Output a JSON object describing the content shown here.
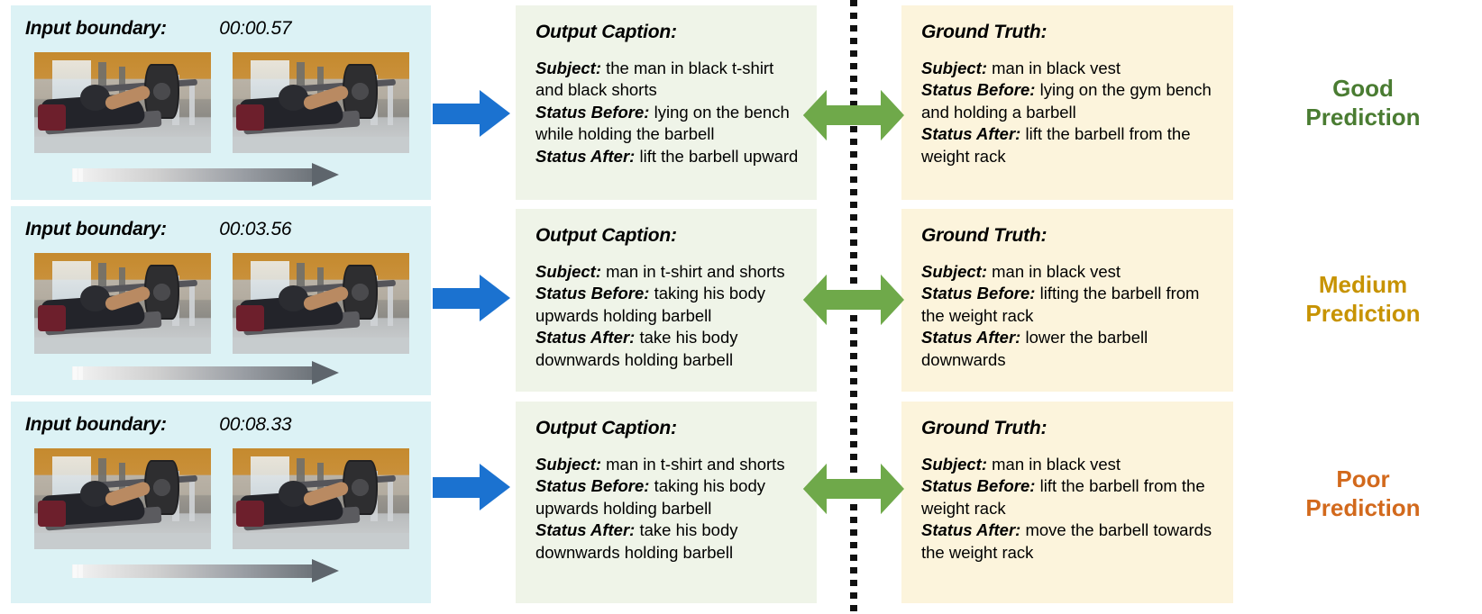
{
  "rows": [
    {
      "input": {
        "label": "Input boundary:",
        "timestamp": "00:00.57",
        "timeline_icon": "gradient-arrow-right-icon"
      },
      "flow_icon": "blue-arrow-right-icon",
      "compare_icon": "green-double-arrow-icon",
      "output": {
        "title": "Output Caption:",
        "subject_key": "Subject:",
        "subject_value": "the man in black t-shirt and black shorts",
        "before_key": "Status Before:",
        "before_value": "lying on the bench while holding the barbell",
        "after_key": "Status After:",
        "after_value": "lift the barbell upward"
      },
      "truth": {
        "title": "Ground Truth:",
        "subject_key": "Subject:",
        "subject_value": "man in black vest",
        "before_key": "Status Before:",
        "before_value": "lying on the gym bench and holding a barbell",
        "after_key": "Status After:",
        "after_value": "lift the barbell from the weight rack"
      },
      "verdict": {
        "line1": "Good",
        "line2": "Prediction",
        "color": "#4a7c32"
      }
    },
    {
      "input": {
        "label": "Input boundary:",
        "timestamp": "00:03.56",
        "timeline_icon": "gradient-arrow-right-icon"
      },
      "flow_icon": "blue-arrow-right-icon",
      "compare_icon": "green-double-arrow-icon",
      "output": {
        "title": "Output Caption:",
        "subject_key": "Subject:",
        "subject_value": "man in t-shirt and shorts",
        "before_key": "Status Before:",
        "before_value": "taking his body upwards holding barbell",
        "after_key": "Status After:",
        "after_value": "take his body downwards holding barbell"
      },
      "truth": {
        "title": "Ground Truth:",
        "subject_key": "Subject:",
        "subject_value": "man in black vest",
        "before_key": "Status Before:",
        "before_value": "lifting the barbell from the weight rack",
        "after_key": "Status After:",
        "after_value": "lower the barbell downwards"
      },
      "verdict": {
        "line1": "Medium",
        "line2": "Prediction",
        "color": "#c79300"
      }
    },
    {
      "input": {
        "label": "Input boundary:",
        "timestamp": "00:08.33",
        "timeline_icon": "gradient-arrow-right-icon"
      },
      "flow_icon": "blue-arrow-right-icon",
      "compare_icon": "green-double-arrow-icon",
      "output": {
        "title": "Output Caption:",
        "subject_key": "Subject:",
        "subject_value": "man in t-shirt and shorts",
        "before_key": "Status Before:",
        "before_value": "taking his body upwards holding barbell",
        "after_key": "Status After:",
        "after_value": "take his body downwards holding barbell"
      },
      "truth": {
        "title": "Ground Truth:",
        "subject_key": "Subject:",
        "subject_value": "man in black vest",
        "before_key": "Status Before:",
        "before_value": "lift the barbell from the weight rack",
        "after_key": "Status After:",
        "after_value": "move the barbell towards the weight rack"
      },
      "verdict": {
        "line1": "Poor",
        "line2": "Prediction",
        "color": "#d2691c"
      }
    }
  ],
  "colors": {
    "input_panel_bg": "#dcf2f5",
    "output_panel_bg": "#eff4e8",
    "truth_panel_bg": "#fcf4dc",
    "blue_arrow": "#1b72d0",
    "green_arrow": "#6fa94a",
    "divider": "#111111"
  }
}
